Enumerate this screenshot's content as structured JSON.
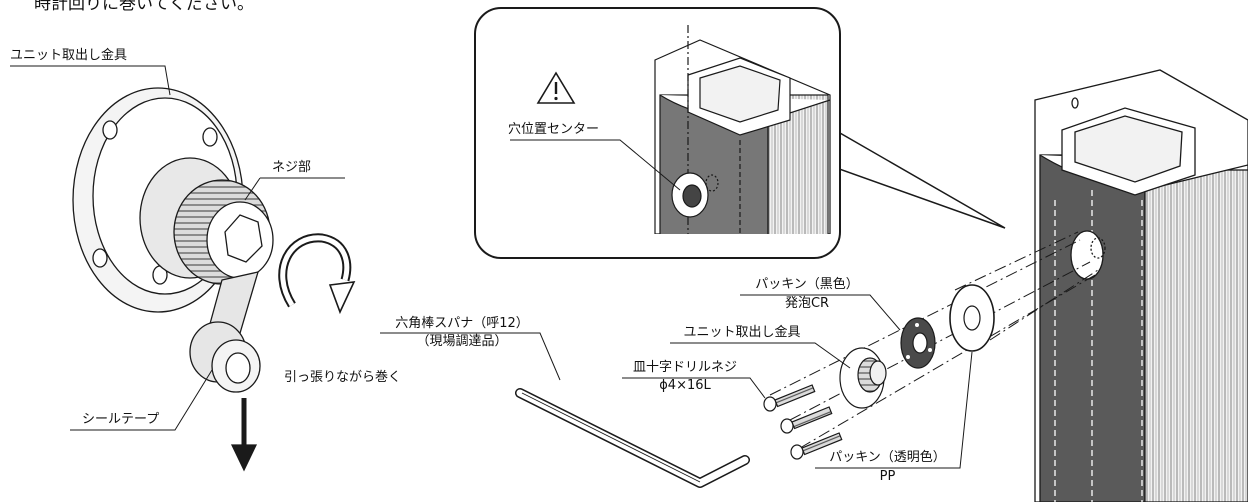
{
  "intro_text": "時計回りに巻いてください。",
  "left_panel": {
    "label_unit_bracket": "ユニット取出し金具",
    "label_thread": "ネジ部",
    "label_seal_tape": "シールテープ",
    "label_wind_instruction": "引っ張りながら巻く"
  },
  "detail_panel": {
    "label_hole_center": "穴位置センター",
    "warning_icon": "warning-triangle-icon"
  },
  "right_panel": {
    "label_hex_wrench_line1": "六角棒スパナ（呼12）",
    "label_hex_wrench_line2": "（現場調達品）",
    "label_unit_bracket": "ユニット取出し金具",
    "label_screw_line1": "皿十字ドリルネジ",
    "label_screw_line2": "ϕ4×16L",
    "label_packing_black_line1": "パッキン（黒色）",
    "label_packing_black_line2": "発泡CR",
    "label_packing_clear_line1": "パッキン（透明色）",
    "label_packing_clear_line2": "PP"
  },
  "colors": {
    "line": "#1a1a1a",
    "post_dark": "#5a5a5a",
    "packing_black": "#4a4a4a",
    "tape": "#e6e6e6"
  }
}
